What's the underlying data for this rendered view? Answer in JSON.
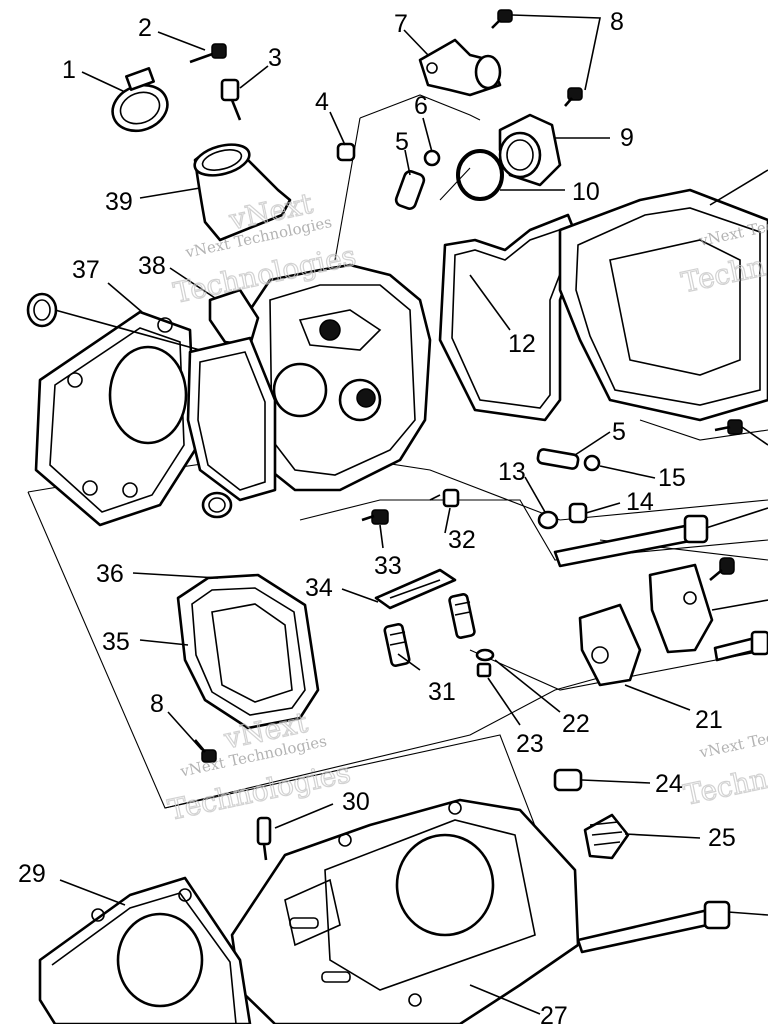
{
  "watermark": {
    "line1": "vNext Technologies",
    "line2": "Technologies",
    "line3": "vNext",
    "partial_right": "vNext Technologies",
    "partial_right_big": "Techn"
  },
  "callouts": [
    "1",
    "2",
    "3",
    "4",
    "5",
    "5",
    "6",
    "7",
    "8",
    "8",
    "9",
    "10",
    "12",
    "13",
    "14",
    "15",
    "21",
    "22",
    "23",
    "24",
    "25",
    "27",
    "29",
    "30",
    "31",
    "32",
    "33",
    "34",
    "35",
    "36",
    "37",
    "38",
    "39"
  ],
  "labels": {
    "c1": "1",
    "c2": "2",
    "c3": "3",
    "c4": "4",
    "c5a": "5",
    "c5b": "5",
    "c6": "6",
    "c7": "7",
    "c8a": "8",
    "c8b": "8",
    "c9": "9",
    "c10": "10",
    "c12": "12",
    "c13": "13",
    "c14": "14",
    "c15": "15",
    "c21": "21",
    "c22": "22",
    "c23": "23",
    "c24": "24",
    "c25": "25",
    "c27": "27",
    "c29": "29",
    "c30": "30",
    "c31": "31",
    "c32": "32",
    "c33": "33",
    "c34": "34",
    "c35": "35",
    "c36": "36",
    "c37": "37",
    "c38": "38",
    "c39": "39"
  }
}
